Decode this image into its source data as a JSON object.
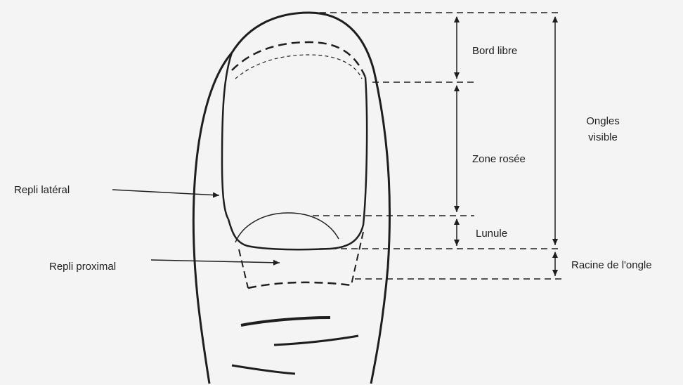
{
  "labels": {
    "bord_libre": "Bord libre",
    "zone_rosee": "Zone rosée",
    "lunule": "Lunule",
    "racine": "Racine de l'ongle",
    "ongles_visible_line1": "Ongles",
    "ongles_visible_line2": "visible",
    "repli_lateral": "Repli latéral",
    "repli_proximal": "Repli proximal"
  },
  "colors": {
    "background": "#f4f4f4",
    "ink": "#1e1e1e"
  }
}
